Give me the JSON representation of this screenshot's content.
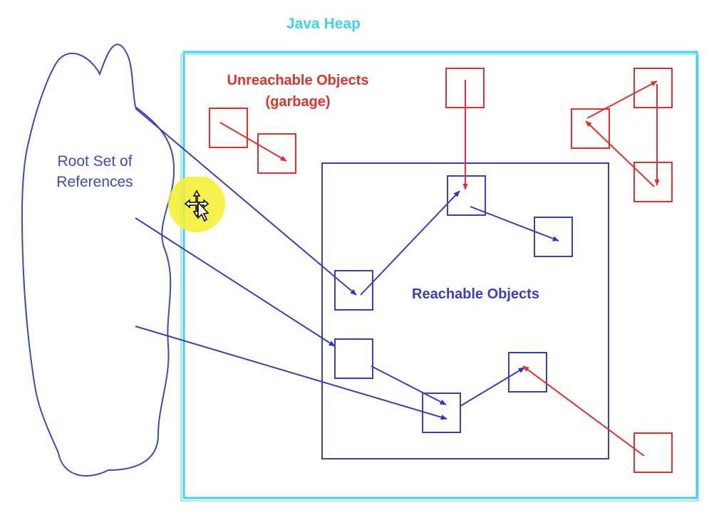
{
  "labels": {
    "heap": "Java Heap",
    "unreachable_line1": "Unreachable Objects",
    "unreachable_line2": "(garbage)",
    "root_line1": "Root Set of",
    "root_line2": "References",
    "reachable": "Reachable Objects"
  },
  "colors": {
    "heap": "#3fd3ea",
    "garbage": "#e0312c",
    "reachable": "#3a3eb8",
    "root": "#3f48b9",
    "highlight": "#f3ee2b"
  },
  "icons": {
    "cursor": "move-cursor-icon"
  }
}
